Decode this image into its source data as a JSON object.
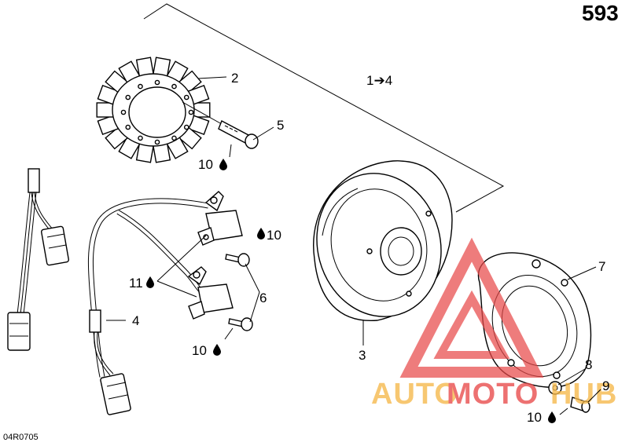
{
  "page_number": "593",
  "reference_code": "04R0705",
  "watermark": {
    "text_part1": "AUTO",
    "text_part2": "MOTO",
    "text_part3": "HUB",
    "color_orange": "#f5b84a",
    "color_red": "#e84a4a"
  },
  "labels": {
    "stator": "2",
    "assembly_range": "1➔4",
    "screw_stator": "5",
    "torque_stator_screw": "10",
    "torque_pickup_screw_top": "10",
    "torque_pickup_screw_bottom": "10",
    "pickup_loctite": "11",
    "screw_pickup": "6",
    "harness": "4",
    "rotor": "3",
    "cover": "7",
    "washer": "8",
    "plug": "9",
    "torque_plug": "10"
  },
  "icons": {
    "drop": "loctite-drop-icon",
    "arrow": "right-arrow-icon"
  }
}
